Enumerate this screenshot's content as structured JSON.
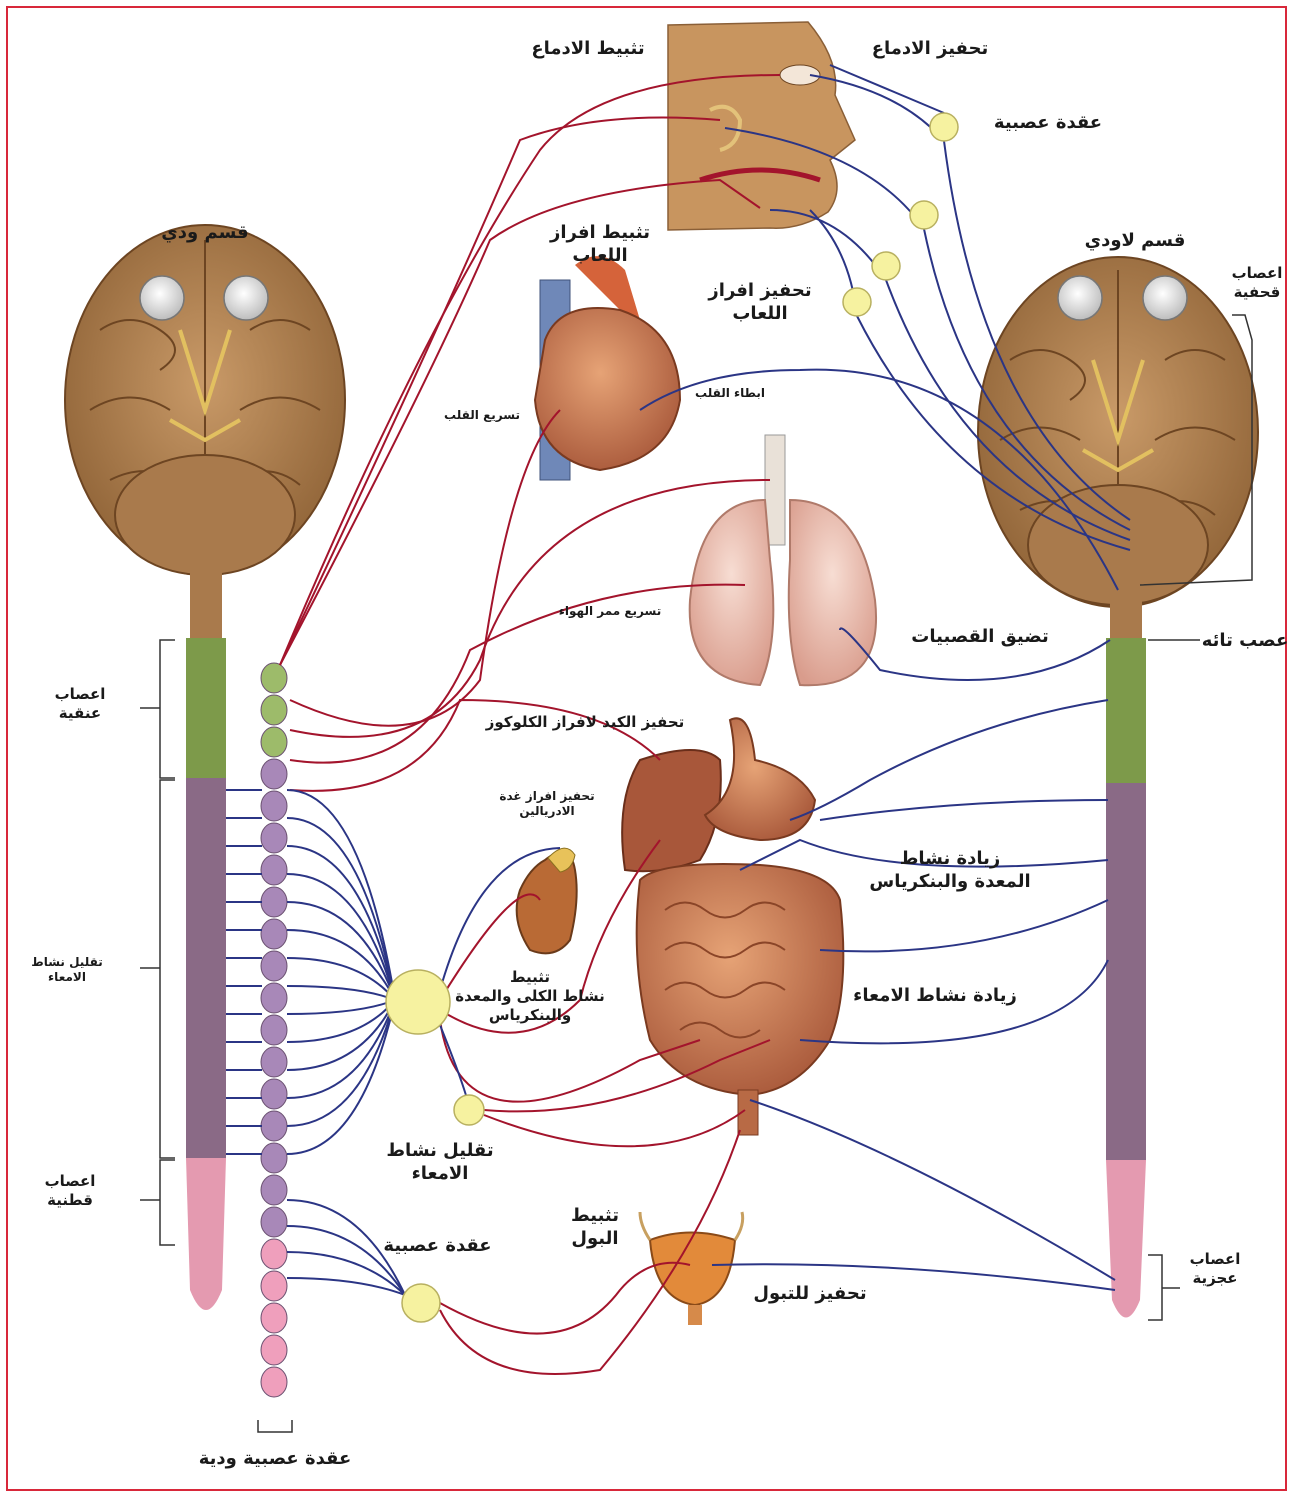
{
  "colors": {
    "sympathetic": "#a3142c",
    "parasympathetic": "#2b3585",
    "cervical": "#7d9a4a",
    "thoracic": "#8a6a86",
    "lumbar": "#e49ab0",
    "brain": "#b98a5c",
    "ganglion": "#f6f2a0",
    "frame": "#d8283a"
  },
  "labels": {
    "sympathetic_division": "قسم ودي",
    "parasympathetic_division": "قسم لاودي",
    "inhibit_tears": "تثبيط الادماع",
    "stimulate_tears": "تحفيز الادماع",
    "ganglion_top": "عقدة عصبية",
    "inhibit_saliva": "تثبيط افراز اللعاب",
    "stimulate_saliva": "تحفيز افراز اللعاب",
    "cranial_nerves": "اعصاب\nقحفية",
    "heart_acceleration": "تسريع القلب",
    "heart_slowing": "ابطاء القلب",
    "airway_widening": "تسريع ممر الهواء",
    "bronchi_constriction": "تضيق القصبيات",
    "vagus_nerve": "عصب تائه",
    "cervical_nerves": "اعصاب\nعنقية",
    "liver_glucose": "تحفيز الكبد لافراز الكلوكوز",
    "adrenal": "تحفيز افراز غدة\nالادريالين",
    "stomach_pancreas_increase": "زيادة نشاط\nالمعدة والبنكرياس",
    "intestine_reduce_left": "تقليل نشاط\nالامعاء",
    "kidney_inhibit": "تثبيط\nنشاط الكلى والمعدة\nوالبنكرياس",
    "intestine_increase": "زيادة نشاط الامعاء",
    "intestine_reduce": "تقليل نشاط الامعاء",
    "lumbar_nerves": "اعصاب\nقطنية",
    "inhibit_urination": "تثبيط\nالبول",
    "ganglion_bottom": "عقدة عصبية",
    "stimulate_urination": "تحفيز للتبول",
    "sacral_nerves": "اعصاب\nعجزية",
    "chain_ganglia": "عقدة عصبية ودية"
  }
}
